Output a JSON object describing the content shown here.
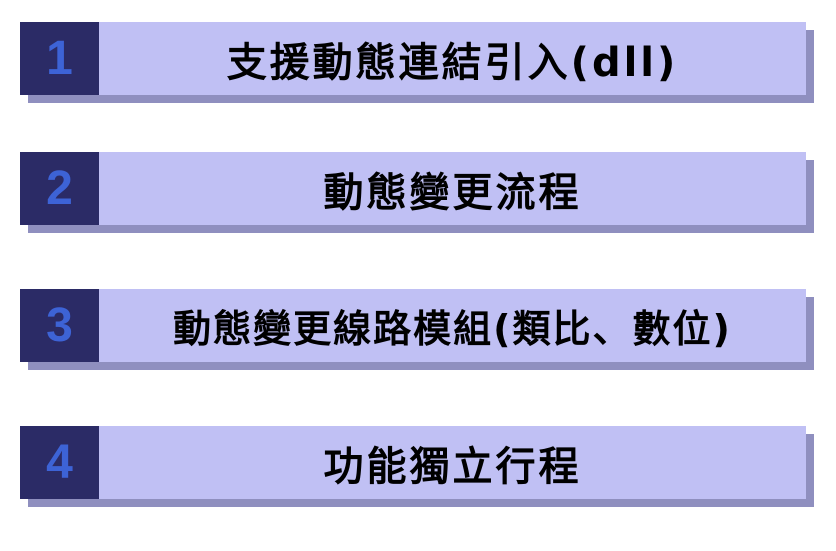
{
  "items": [
    {
      "number": "1",
      "label": "支援動態連結引入(dll)"
    },
    {
      "number": "2",
      "label": "動態變更流程"
    },
    {
      "number": "3",
      "label": "動態變更線路模組(類比、數位)"
    },
    {
      "number": "4",
      "label": "功能獨立行程"
    }
  ],
  "colors": {
    "number_box": "#2b2b66",
    "number_text": "#3d63d6",
    "label_box": "#c0c0f4",
    "shadow": "#8f8fbf"
  }
}
